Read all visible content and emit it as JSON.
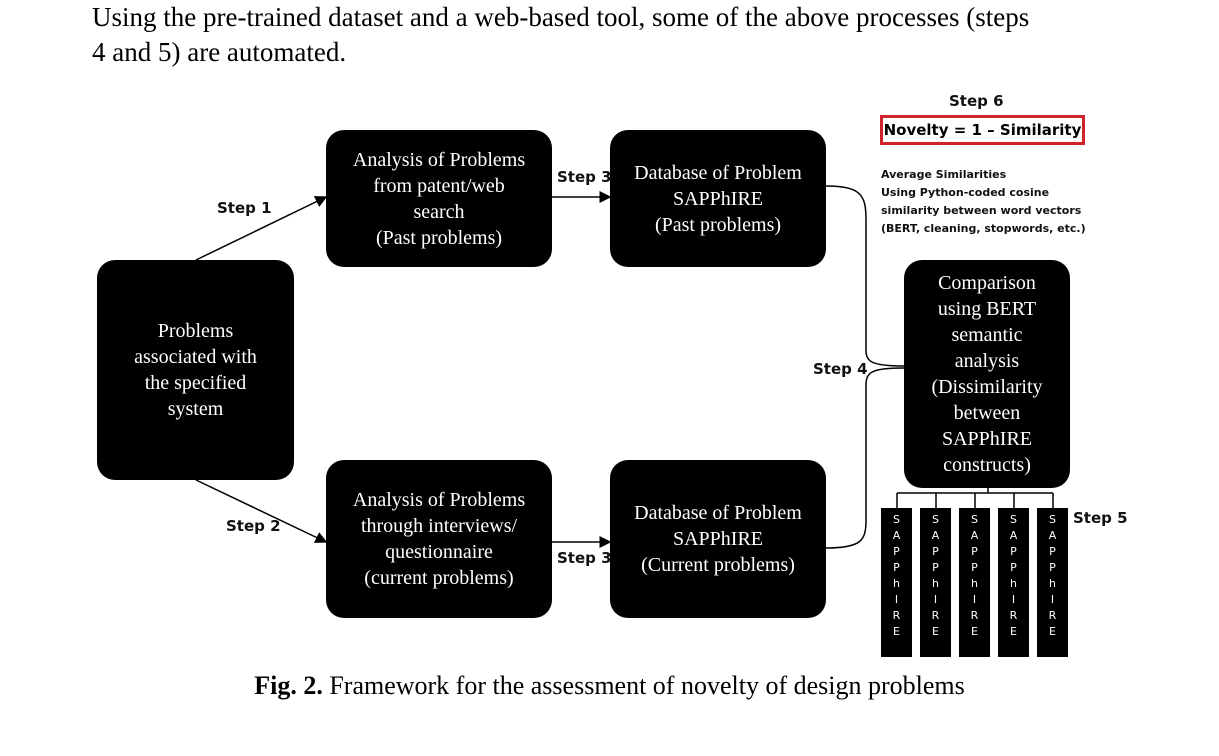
{
  "intro": {
    "line1": "Using the pre-trained dataset and a web-based tool, some of the above processes (steps",
    "line2": "4 and 5) are automated."
  },
  "boxes": {
    "problems": [
      "Problems",
      "associated with",
      "the specified",
      "system"
    ],
    "past_analysis": [
      "Analysis of Problems",
      "from patent/web",
      "search",
      "(Past problems)"
    ],
    "current_analysis": [
      "Analysis of Problems",
      "through interviews/",
      "questionnaire",
      "(current problems)"
    ],
    "past_db": [
      "Database of Problem",
      "SAPPhIRE",
      "(Past problems)"
    ],
    "current_db": [
      "Database of Problem",
      "SAPPhIRE",
      "(Current problems)"
    ],
    "comparison": [
      "Comparison",
      "using BERT",
      "semantic",
      "analysis",
      "(Dissimilarity",
      "between",
      "SAPPhIRE",
      "constructs)"
    ]
  },
  "steps": {
    "step1": "Step 1",
    "step2": "Step 2",
    "step3_top": "Step 3",
    "step3_bottom": "Step 3",
    "step4": "Step 4",
    "step5": "Step 5",
    "step6": "Step 6"
  },
  "novelty_formula": "Novelty = 1 – Similarity",
  "similarity_note": [
    "Average Similarities",
    "Using Python-coded cosine",
    "similarity between word vectors",
    "(BERT, cleaning, stopwords, etc.)"
  ],
  "sapphire_letters": [
    "S",
    "A",
    "P",
    "P",
    "h",
    "I",
    "R",
    "E"
  ],
  "caption": {
    "label": "Fig. 2.",
    "text": " Framework for the assessment of novelty of design problems"
  },
  "colors": {
    "box": "#000000",
    "formula_border": "#d0242c"
  }
}
